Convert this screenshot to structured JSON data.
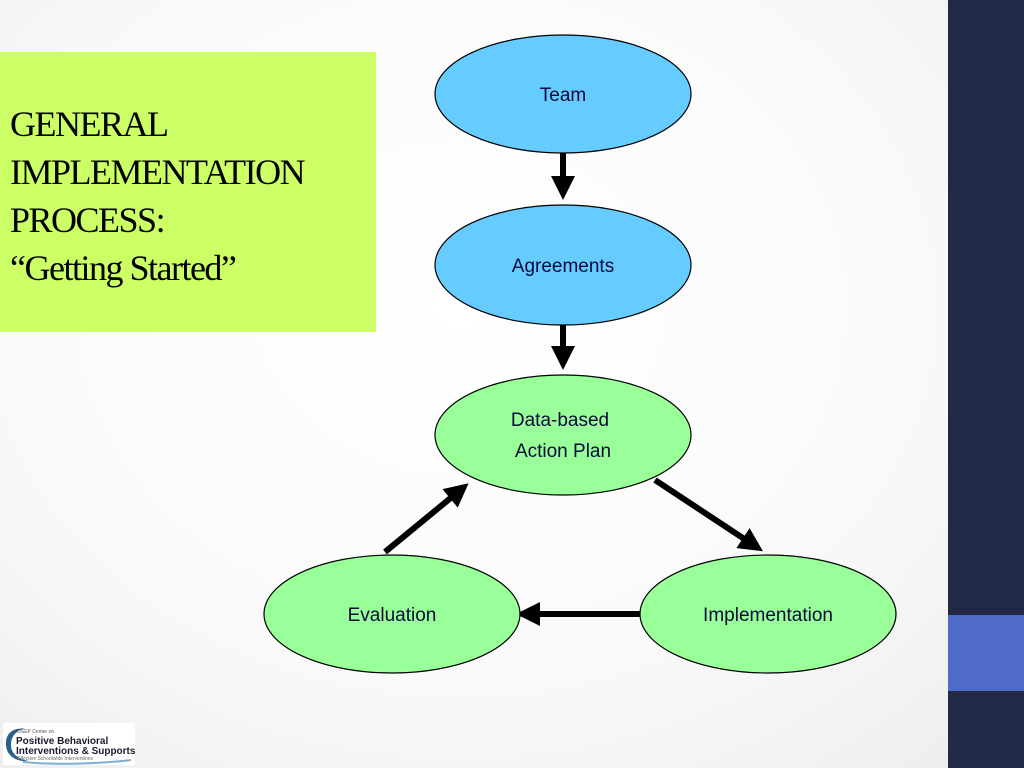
{
  "title": {
    "line1": "GENERAL",
    "line2": "IMPLEMENTATION",
    "line3": "PROCESS:",
    "line4": "“Getting Started”"
  },
  "diagram": {
    "nodes": {
      "team": "Team",
      "agreements": "Agreements",
      "action_plan_line1": "Data-based",
      "action_plan_line2": "Action Plan",
      "implementation": "Implementation",
      "evaluation": "Evaluation"
    },
    "colors": {
      "blue_node": "#66ccff",
      "green_node": "#99ff99",
      "title_box": "#ccff66",
      "rail": "#212946",
      "rail_accent": "#506ac9"
    }
  },
  "logo": {
    "small": "OSEP Center on",
    "line1": "Positive Behavioral",
    "line2": "Interventions & Supports",
    "tagline": "Effective Schoolwide Interventions"
  }
}
